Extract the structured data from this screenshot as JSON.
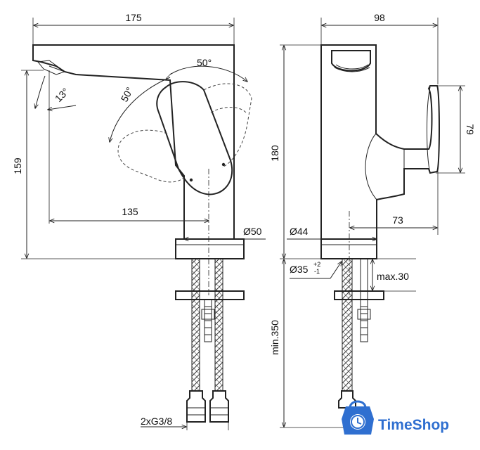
{
  "dimensions": {
    "width_top": "175",
    "angle_spout": "13°",
    "angle_lever_top": "50°",
    "angle_lever_left": "50°",
    "height_front": "159",
    "reach": "135",
    "base_diameter": "Ø50",
    "side_width": "98",
    "height_total": "180",
    "lever_height": "79",
    "side_reach": "73",
    "side_base_diameter": "Ø44",
    "hole_diameter": "Ø35",
    "hole_tol_plus": "+2",
    "hole_tol_minus": "-1",
    "max_thickness": "max.30",
    "hose_length": "min.350",
    "connection": "2xG3/8"
  },
  "brand": {
    "name": "TimeShop",
    "color": "#2f6fd0",
    "icon": "shopping-bag-clock-icon"
  }
}
